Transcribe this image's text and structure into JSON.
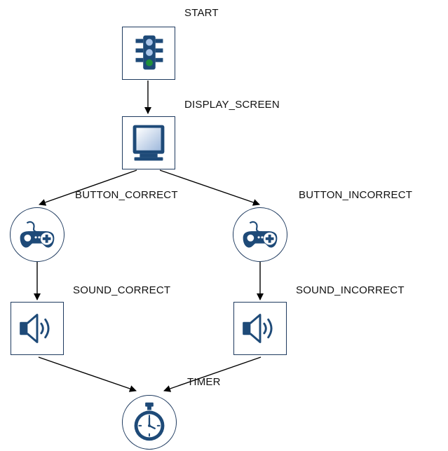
{
  "colors": {
    "outline": "#1e3a5f",
    "icon_fill": "#1e4a78",
    "light_blue": "#a9c4e8",
    "green_light": "#1f8f3a",
    "edge": "#000000"
  },
  "nodes": {
    "start": {
      "label": "START",
      "icon": "traffic-light-icon"
    },
    "display_screen": {
      "label": "DISPLAY_SCREEN",
      "icon": "monitor-icon"
    },
    "button_correct": {
      "label": "BUTTON_CORRECT",
      "icon": "gamepad-icon"
    },
    "button_incorrect": {
      "label": "BUTTON_INCORRECT",
      "icon": "gamepad-icon"
    },
    "sound_correct": {
      "label": "SOUND_CORRECT",
      "icon": "speaker-icon"
    },
    "sound_incorrect": {
      "label": "SOUND_INCORRECT",
      "icon": "speaker-icon"
    },
    "timer": {
      "label": "TIMER",
      "icon": "stopwatch-icon"
    }
  },
  "edges": [
    {
      "from": "start",
      "to": "display_screen"
    },
    {
      "from": "display_screen",
      "to": "button_correct"
    },
    {
      "from": "display_screen",
      "to": "button_incorrect"
    },
    {
      "from": "button_correct",
      "to": "sound_correct"
    },
    {
      "from": "button_incorrect",
      "to": "sound_incorrect"
    },
    {
      "from": "sound_correct",
      "to": "timer"
    },
    {
      "from": "sound_incorrect",
      "to": "timer"
    }
  ]
}
